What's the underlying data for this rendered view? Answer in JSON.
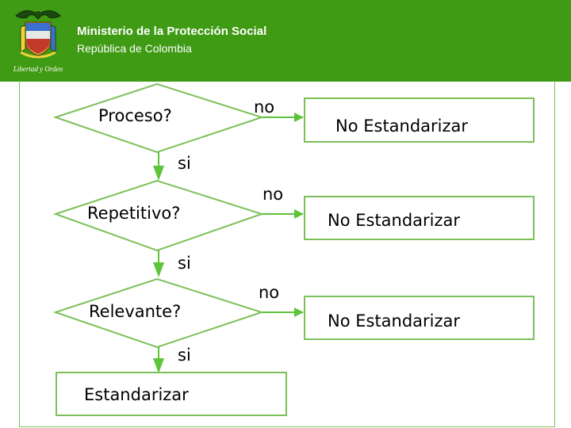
{
  "header": {
    "title": "Ministerio de la Protección Social",
    "subtitle": "República de Colombia",
    "motto": "Libertad y Orden"
  },
  "colors": {
    "header_green": "#3f9a14",
    "diagram_green": "#5dc43a",
    "text": "#000000"
  },
  "flowchart": {
    "decisions": [
      {
        "label": "Proceso?",
        "no_label": "no",
        "yes_label": "si",
        "no_result": "No Estandarizar"
      },
      {
        "label": "Repetitivo?",
        "no_label": "no",
        "yes_label": "si",
        "no_result": "No Estandarizar"
      },
      {
        "label": "Relevante?",
        "no_label": "no",
        "yes_label": "si",
        "no_result": "No Estandarizar"
      }
    ],
    "final_result": "Estandarizar"
  }
}
